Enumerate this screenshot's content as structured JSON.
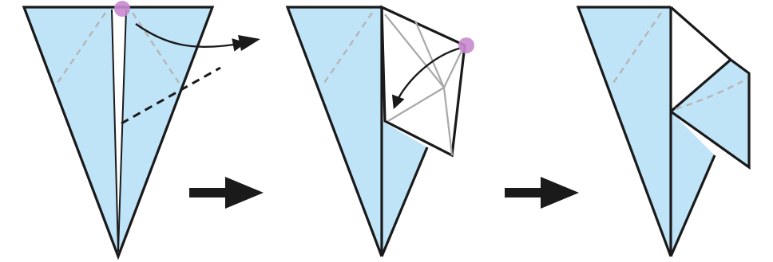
{
  "diagram": {
    "type": "origami-fold-sequence",
    "steps": [
      {
        "id": "step-1",
        "state": "fold-top-corner-to-right"
      },
      {
        "id": "step-2",
        "state": "fold-flap-back-left"
      },
      {
        "id": "step-3",
        "state": "result"
      }
    ],
    "transitions": [
      {
        "from": "step-1",
        "to": "step-2",
        "symbol": "arrow-right-icon"
      },
      {
        "from": "step-2",
        "to": "step-3",
        "symbol": "arrow-right-icon"
      }
    ],
    "colors": {
      "paper_front": "#bfe4f8",
      "paper_back": "#ffffff",
      "outline": "#1a1a1a",
      "crease": "#b5b5b5",
      "reference_point": "#c98ad0"
    }
  }
}
